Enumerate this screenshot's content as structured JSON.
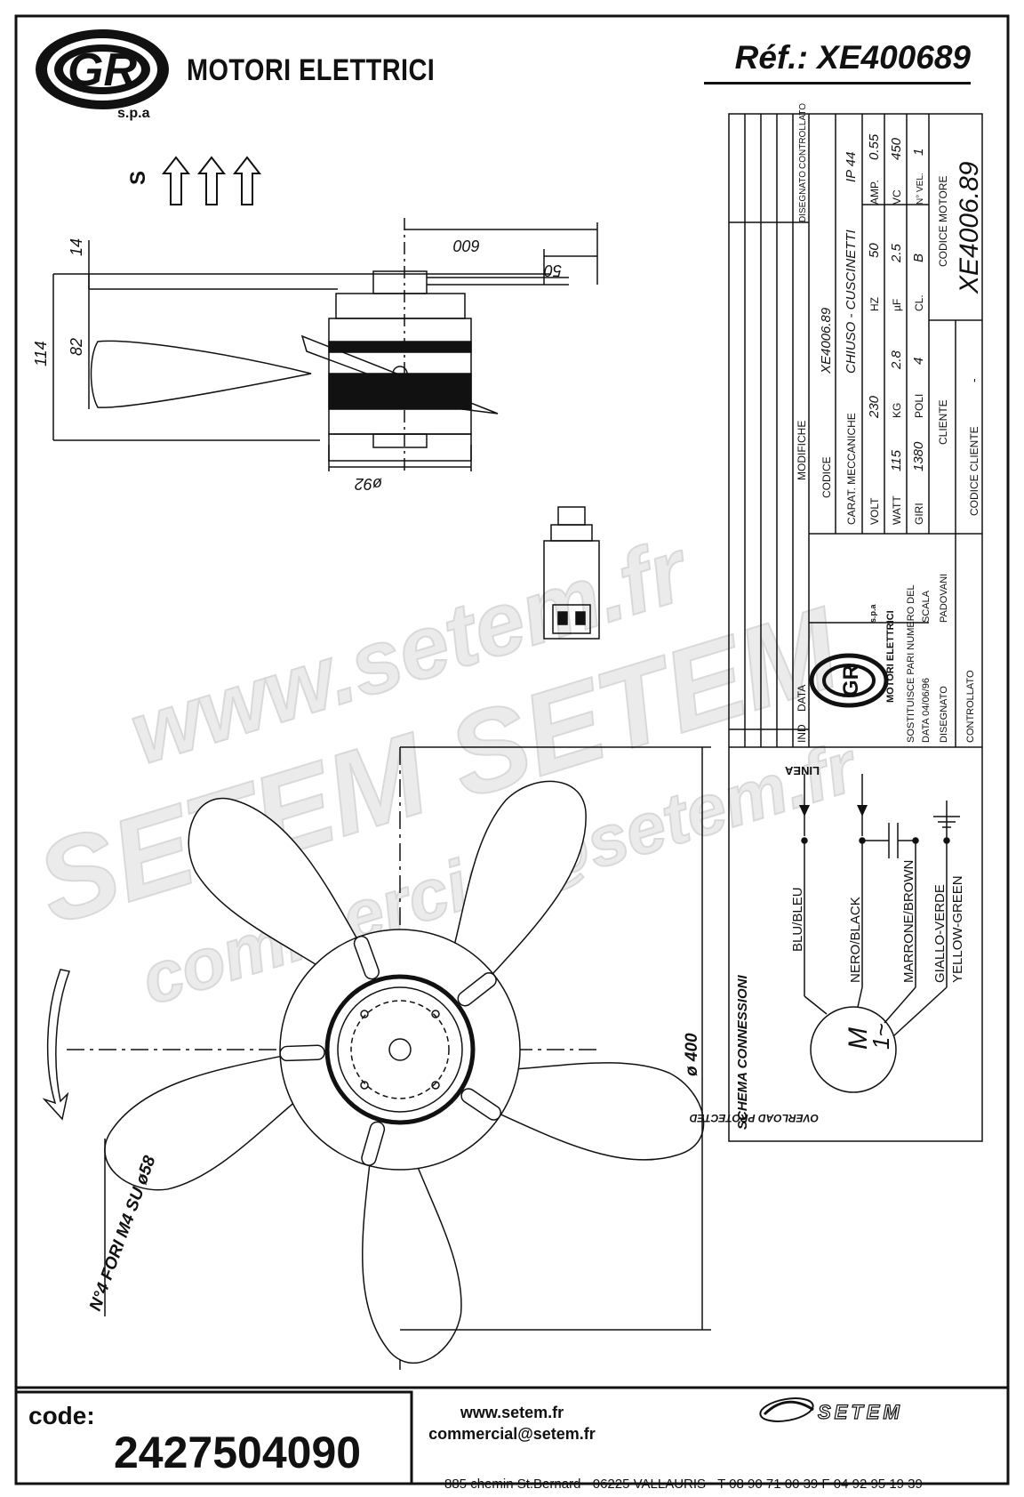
{
  "header": {
    "brand_logo_text": "GR",
    "brand_spa": "s.p.a",
    "brand_name": "MOTORI ELETTRICI",
    "reference": "Réf.: XE400689"
  },
  "side_view": {
    "airflow_label": "S",
    "dim_height_total": "114",
    "dim_height_motor": "82",
    "dim_top": "14",
    "dim_cable_length": "600",
    "dim_strip_length": "50",
    "dim_motor_diameter": "ø92"
  },
  "front_view": {
    "dim_blade_diameter": "ø 400",
    "holes_note": "N°4 FORI M4 SU ø58"
  },
  "title_block": {
    "revisions_header_ind": "IND",
    "revisions_header_data": "DATA",
    "revisions_header_modifiche": "MODIFICHE",
    "revisions_header_disegnato": "DISEGNATO",
    "revisions_header_controllato": "CONTROLLATO",
    "revision_dash": "-",
    "codice_label": "CODICE",
    "codice_value": "XE4006.89",
    "carat_label": "CARAT. MECCANICHE",
    "carat_value": "CHIUSO - CUSCINETTI",
    "ip_value": "IP 44",
    "volt_label": "VOLT",
    "volt_value": "230",
    "hz_label": "HZ",
    "hz_value": "50",
    "amp_label": "AMP.",
    "amp_value": "0.55",
    "watt_label": "WATT",
    "watt_value": "115",
    "kg_label": "KG",
    "kg_value": "2.8",
    "uf_label": "µF",
    "uf_value": "2.5",
    "vc_label": "VC",
    "vc_value": "450",
    "giri_label": "GIRI",
    "giri_value": "1380",
    "poli_label": "POLI",
    "poli_value": "4",
    "cl_label": "CL.",
    "cl_value": "B",
    "nvel_label": "N° VEL.",
    "nvel_value": "1",
    "cliente_label": "CLIENTE",
    "codice_motore_label": "CODICE MOTORE",
    "codice_motore_value": "XE4006.89",
    "codice_cliente_label": "CODICE CLIENTE",
    "codice_cliente_value": "-",
    "logo_name": "MOTORI ELETTRICI",
    "logo_spa": "s.p.a",
    "sostituisce_label": "SOSTITUISCE PARI NUMERO DEL",
    "data_label": "DATA 04/06/96",
    "scala_label": "SCALA",
    "disegnato_label": "DISEGNATO",
    "disegnato_value": "PADOVANI",
    "controllato_label": "CONTROLLATO"
  },
  "wiring": {
    "title": "SCHEMA CONNESSIONI",
    "linea": "LINEA",
    "wire1": "BLU/BLEU",
    "wire2": "NERO/BLACK",
    "wire3": "MARRONE/BROWN",
    "wire4a": "GIALLO-VERDE",
    "wire4b": "YELLOW-GREEN",
    "motor_symbol": "M",
    "motor_phase": "1~",
    "overload": "OVERLOAD PROTECTED"
  },
  "watermark": {
    "line1": "www.setem.fr",
    "line2": "SETEM  SETEM",
    "line3": "commercial@setem.fr"
  },
  "footer": {
    "code_label": "code:",
    "code_value": "2427504090",
    "website": "www.setem.fr",
    "email": "commercial@setem.fr",
    "address": "885 chemin St.Bernard  -  06225 VALLAURIS  -  T 08 90 71 00 39  F 04 92 95 19 39",
    "setem_logo": "SETEM"
  },
  "colors": {
    "ink": "#111111",
    "watermark": "#e9e9e9",
    "paper": "#ffffff"
  }
}
